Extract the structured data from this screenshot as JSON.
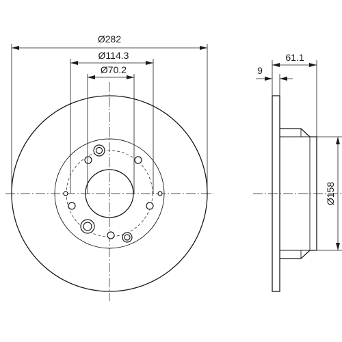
{
  "dimensions": {
    "outer_diameter": "Ø282",
    "bolt_circle": "Ø114.3",
    "center_bore": "Ø70.2",
    "thickness": "9",
    "overall_height": "61.1",
    "hat_diameter": "Ø158"
  }
}
